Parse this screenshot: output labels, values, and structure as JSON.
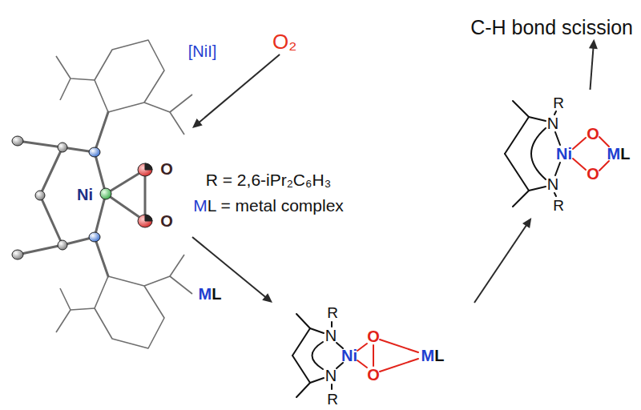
{
  "diagram": {
    "nodes": [
      {
        "text": [
          "Ni",
          "O",
          "O"
        ]
      },
      {
        "text": [
          "R",
          "N",
          "Ni",
          "O",
          "O",
          "ML",
          "N",
          "R"
        ]
      },
      {
        "text": [
          "R",
          "N",
          "Ni",
          "O",
          "O",
          "ML",
          "N",
          "R"
        ]
      },
      {
        "text": [
          "C-H bond scission"
        ]
      },
      {
        "text": [
          "O₂"
        ]
      }
    ],
    "edges": [
      {
        "from": 4,
        "to": 0,
        "label": "[NiI]",
        "arrow": "to"
      },
      {
        "from": 0,
        "to": 1,
        "label": "ML",
        "arrow": "to"
      },
      {
        "from": 1,
        "to": 2,
        "arrow": "to"
      },
      {
        "from": 2,
        "to": 3,
        "arrow": "to"
      }
    ],
    "labels": [
      "R = 2,6-iPr₂C₆H₃",
      "ML = metal complex"
    ]
  }
}
